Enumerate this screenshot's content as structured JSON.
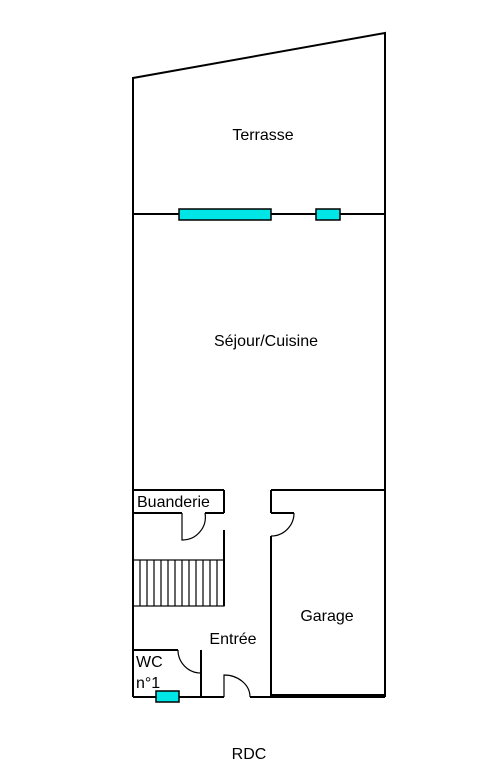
{
  "plan": {
    "rooms": {
      "terrasse": "Terrasse",
      "sejour": "Séjour/Cuisine",
      "buanderie": "Buanderie",
      "garage": "Garage",
      "entree": "Entrée",
      "wc_line1": "WC",
      "wc_line2": "n°1"
    },
    "level": "RDC",
    "colors": {
      "wall": "#000000",
      "window": "#00e5e5",
      "background": "#ffffff"
    }
  }
}
